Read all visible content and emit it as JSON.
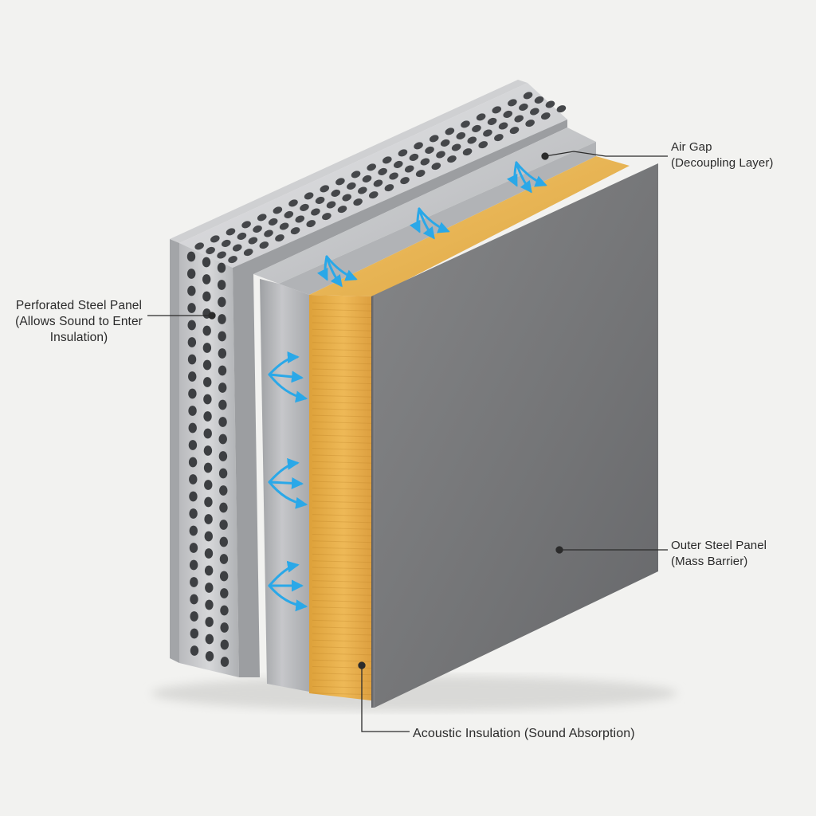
{
  "colors": {
    "background": "#f2f2f0",
    "steel_light": "#c9cacc",
    "steel_dark": "#8a8c8f",
    "insulation": "#e8b24a",
    "outer_panel": "#767779",
    "arrow": "#2aa8e8",
    "leader": "#2b2b2b"
  },
  "labels": {
    "perforated": {
      "line1": "Perforated Steel Panel",
      "line2": "(Allows Sound to Enter",
      "line3": "Insulation)"
    },
    "air_gap": {
      "line1": "Air Gap",
      "line2": "(Decoupling Layer)"
    },
    "outer_panel": {
      "line1": "Outer Steel Panel",
      "line2": "(Mass Barrier)"
    },
    "acoustic": {
      "line1": "Acoustic Insulation (Sound Absorption)"
    }
  }
}
